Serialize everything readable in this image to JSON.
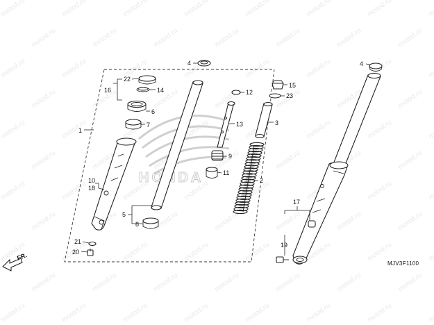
{
  "diagram": {
    "watermark_text": "motod.ru",
    "logo_text": "HONDA",
    "diagram_code": "MJV3F1100",
    "front_arrow_label": "FR.",
    "callouts": {
      "c1": "1",
      "c2": "2",
      "c3": "3",
      "c4a": "4",
      "c4b": "4",
      "c5": "5",
      "c6": "6",
      "c7": "7",
      "c8": "8",
      "c9": "9",
      "c10": "10",
      "c11": "11",
      "c12": "12",
      "c13": "13",
      "c14": "14",
      "c15": "15",
      "c16": "16",
      "c17": "17",
      "c18": "18",
      "c19": "19",
      "c20": "20",
      "c21": "21",
      "c22": "22",
      "c23": "23"
    }
  }
}
